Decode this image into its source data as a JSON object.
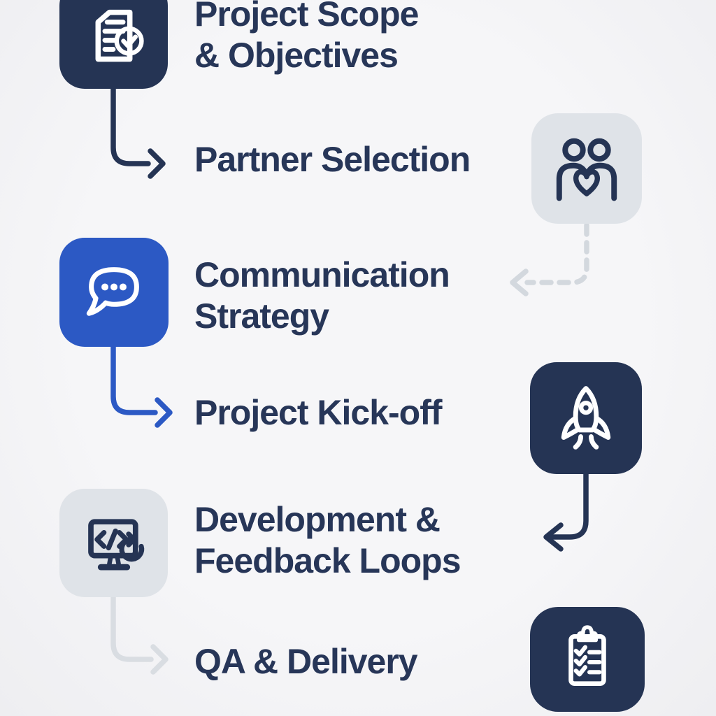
{
  "diagram": {
    "type": "workflow-steps",
    "description": "Project workflow infographic with alternating icon tiles and connector arrows"
  },
  "colors": {
    "background": "#f4f4f6",
    "navy": "#253454",
    "blue": "#2c59c4",
    "tile_gray": "#dfe3e8",
    "arrow_gray": "#d9dde2",
    "dash_gray": "#d3d8de",
    "text_navy": "#273658"
  },
  "steps": [
    {
      "id": "project-scope-objectives",
      "label_line1": "Project Scope",
      "label_line2": "& Objectives",
      "icon": "document-check-icon",
      "tile_style": "navy"
    },
    {
      "id": "partner-selection",
      "label_line1": "Partner Selection",
      "label_line2": "",
      "icon": "partners-heart-icon",
      "tile_style": "gray"
    },
    {
      "id": "communication-strategy",
      "label_line1": "Communication",
      "label_line2": "Strategy",
      "icon": "chat-bubble-icon",
      "tile_style": "blue"
    },
    {
      "id": "project-kick-off",
      "label_line1": "Project Kick-off",
      "label_line2": "",
      "icon": "rocket-icon",
      "tile_style": "navy"
    },
    {
      "id": "development-feedback-loops",
      "label_line1": "Development &",
      "label_line2": "Feedback Loops",
      "icon": "code-monitor-refresh-icon",
      "tile_style": "gray"
    },
    {
      "id": "qa-delivery",
      "label_line1": "QA & Delivery",
      "label_line2": "",
      "icon": "clipboard-checklist-icon",
      "tile_style": "navy"
    }
  ],
  "connectors": [
    {
      "from": "project-scope-objectives",
      "to": "partner-selection",
      "style": "solid-navy"
    },
    {
      "from": "partner-selection",
      "to": "communication-strategy",
      "style": "dashed-gray"
    },
    {
      "from": "communication-strategy",
      "to": "project-kick-off",
      "style": "solid-blue"
    },
    {
      "from": "project-kick-off",
      "to": "development-feedback-loops",
      "style": "solid-navy"
    },
    {
      "from": "development-feedback-loops",
      "to": "qa-delivery",
      "style": "solid-gray"
    }
  ]
}
